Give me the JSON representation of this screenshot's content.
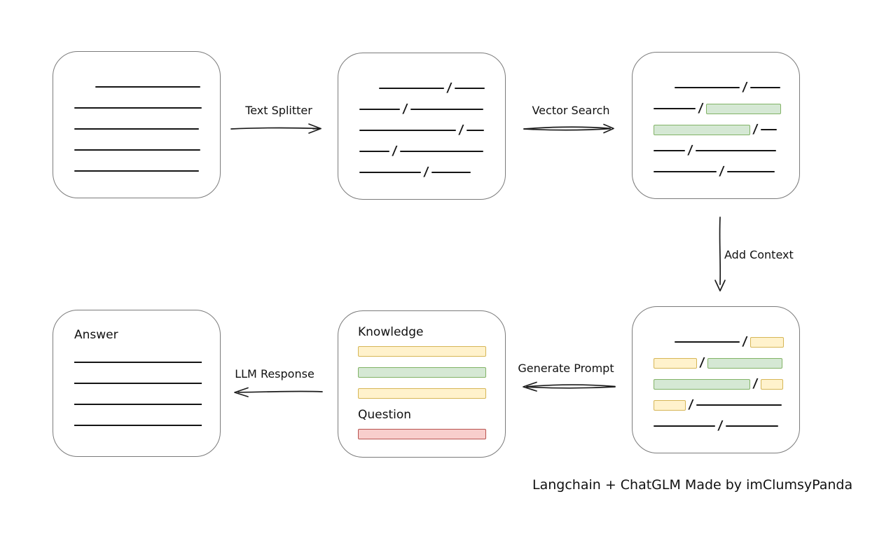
{
  "glyphs": {
    "slash": "/"
  },
  "colors": {
    "green": {
      "fill": "#d5e8d4",
      "border": "#82b366"
    },
    "yellow": {
      "fill": "#fff2cc",
      "border": "#d6b656"
    },
    "red": {
      "fill": "#f8cecc",
      "border": "#b85450"
    }
  },
  "arrows": {
    "text_splitter": {
      "label": "Text Splitter",
      "direction": "right"
    },
    "vector_search": {
      "label": "Vector Search",
      "direction": "right"
    },
    "add_context": {
      "label": "Add Context",
      "direction": "down"
    },
    "generate_prompt": {
      "label": "Generate Prompt",
      "direction": "left"
    },
    "llm_response": {
      "label": "LLM Response",
      "direction": "left"
    }
  },
  "boxes": {
    "document": {
      "rows": [
        [
          {
            "t": "gap",
            "w": 30
          },
          {
            "t": "line",
            "w": 150
          }
        ],
        [
          {
            "t": "line",
            "w": 182
          }
        ],
        [
          {
            "t": "line",
            "w": 178
          }
        ],
        [
          {
            "t": "line",
            "w": 180
          }
        ],
        [
          {
            "t": "line",
            "w": 178
          }
        ]
      ]
    },
    "split_chunks": {
      "rows": [
        [
          {
            "t": "gap",
            "w": 28
          },
          {
            "t": "line",
            "w": 93
          },
          {
            "t": "slash"
          },
          {
            "t": "line",
            "w": 43
          }
        ],
        [
          {
            "t": "line",
            "w": 58
          },
          {
            "t": "slash"
          },
          {
            "t": "line",
            "w": 104
          }
        ],
        [
          {
            "t": "line",
            "w": 138
          },
          {
            "t": "slash"
          },
          {
            "t": "line",
            "w": 25
          }
        ],
        [
          {
            "t": "line",
            "w": 43
          },
          {
            "t": "slash"
          },
          {
            "t": "line",
            "w": 119
          }
        ],
        [
          {
            "t": "line",
            "w": 88
          },
          {
            "t": "slash"
          },
          {
            "t": "line",
            "w": 56
          }
        ]
      ]
    },
    "matched_chunks": {
      "rows": [
        [
          {
            "t": "gap",
            "w": 30
          },
          {
            "t": "line",
            "w": 93
          },
          {
            "t": "slash"
          },
          {
            "t": "line",
            "w": 43
          }
        ],
        [
          {
            "t": "line",
            "w": 60
          },
          {
            "t": "slash"
          },
          {
            "t": "chip",
            "c": "green",
            "w": 107
          }
        ],
        [
          {
            "t": "chip",
            "c": "green",
            "w": 138
          },
          {
            "t": "slash"
          },
          {
            "t": "line",
            "w": 23
          }
        ],
        [
          {
            "t": "line",
            "w": 45
          },
          {
            "t": "slash"
          },
          {
            "t": "line",
            "w": 115
          }
        ],
        [
          {
            "t": "line",
            "w": 90
          },
          {
            "t": "slash"
          },
          {
            "t": "line",
            "w": 68
          }
        ]
      ]
    },
    "context_chunks": {
      "rows": [
        [
          {
            "t": "gap",
            "w": 30
          },
          {
            "t": "line",
            "w": 93
          },
          {
            "t": "slash"
          },
          {
            "t": "chip",
            "c": "yellow",
            "w": 48
          }
        ],
        [
          {
            "t": "chip",
            "c": "yellow",
            "w": 62
          },
          {
            "t": "slash"
          },
          {
            "t": "chip",
            "c": "green",
            "w": 107
          }
        ],
        [
          {
            "t": "chip",
            "c": "green",
            "w": 138
          },
          {
            "t": "slash"
          },
          {
            "t": "chip",
            "c": "yellow",
            "w": 32
          }
        ],
        [
          {
            "t": "chip",
            "c": "yellow",
            "w": 46
          },
          {
            "t": "slash"
          },
          {
            "t": "line",
            "w": 122
          }
        ],
        [
          {
            "t": "line",
            "w": 88
          },
          {
            "t": "slash"
          },
          {
            "t": "line",
            "w": 75
          }
        ]
      ]
    },
    "prompt": {
      "knowledge_label": "Knowledge",
      "question_label": "Question",
      "knowledge_bars": [
        "yellow",
        "green",
        "yellow"
      ],
      "question_bars": [
        "red"
      ]
    },
    "answer": {
      "label": "Answer",
      "line_count": 4
    }
  },
  "footer": {
    "caption": "Langchain + ChatGLM Made by imClumsyPanda"
  }
}
